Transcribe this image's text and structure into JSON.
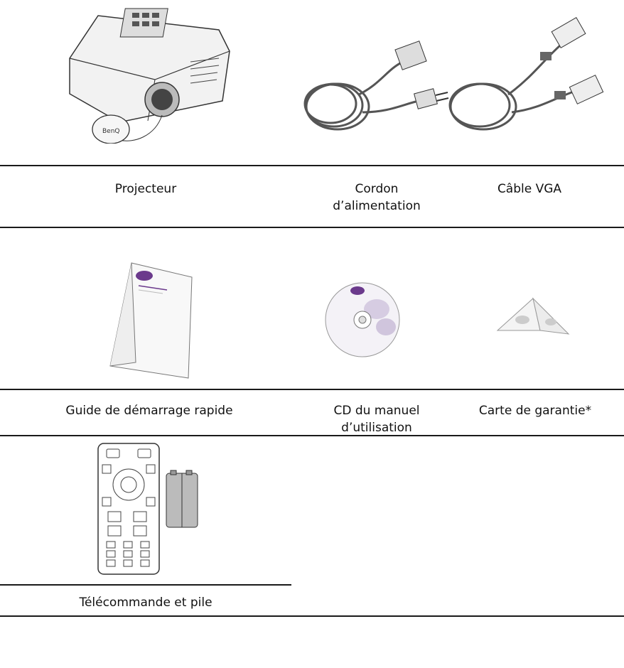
{
  "row1": {
    "items": [
      {
        "label": "Projecteur",
        "icon": "projector-illustration"
      },
      {
        "label": "Cordon d’alimentation",
        "icon": "power-cord-illustration"
      },
      {
        "label": "Câble VGA",
        "icon": "vga-cable-illustration"
      }
    ]
  },
  "row2": {
    "items": [
      {
        "label": "Guide de démarrage rapide",
        "icon": "quick-start-guide-illustration"
      },
      {
        "label": "CD du manuel d’utilisation",
        "icon": "user-manual-cd-illustration"
      },
      {
        "label": "Carte de garantie*",
        "icon": "warranty-card-illustration"
      }
    ]
  },
  "row3": {
    "items": [
      {
        "label": "Télécommande et pile",
        "icon": "remote-and-battery-illustration"
      }
    ]
  },
  "logo_text": "BenQ",
  "colors": {
    "rule": "#1a1a1a",
    "purple": "#6b3a8c"
  }
}
